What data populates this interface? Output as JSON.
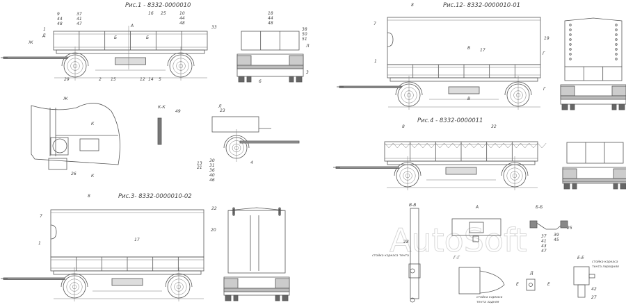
{
  "watermark": "AutoSoft",
  "fig1": {
    "title": "Рис.1 - 8332-0000010",
    "callouts": [
      "9",
      "44",
      "48",
      "37",
      "41",
      "47",
      "16",
      "25",
      "10",
      "44",
      "48",
      "33",
      "1",
      "Д",
      "Ж",
      "А",
      "Б",
      "Б",
      "29",
      "2",
      "15",
      "12",
      "14",
      "5",
      "18",
      "44",
      "48",
      "38",
      "50",
      "51",
      "Л",
      "3",
      "6"
    ]
  },
  "fig12": {
    "title": "Рис.12- 8332-0000010-01",
    "callouts": [
      "8",
      "7",
      "В",
      "17",
      "19",
      "Г",
      "1",
      "В",
      "Г"
    ]
  },
  "fig4": {
    "title": "Рис.4 - 8332-0000011",
    "callouts": [
      "8",
      "32"
    ]
  },
  "view_zh": {
    "title": "Ж",
    "callouts": [
      "К",
      "К",
      "26"
    ]
  },
  "section_kk": {
    "title": "К-К",
    "callouts": [
      "49"
    ]
  },
  "view_l": {
    "title": "Л",
    "callouts": [
      "23",
      "13",
      "21",
      "30",
      "31",
      "36",
      "40",
      "46",
      "4"
    ]
  },
  "fig3": {
    "title": "Рис.3- 8332-0000010-02",
    "callouts": [
      "8",
      "7",
      "1",
      "17",
      "20",
      "22"
    ]
  },
  "section_vv": {
    "title": "В-В",
    "callouts": [
      "28"
    ],
    "note": "стойка каркаса тента"
  },
  "view_a": {
    "title": "А"
  },
  "section_bb": {
    "title": "Б-Б",
    "callouts": [
      "25",
      "37",
      "41",
      "43",
      "47",
      "39",
      "45"
    ]
  },
  "section_gg": {
    "title": "Г-Г",
    "note_1": "стойка каркаса",
    "note_2": "тента задняя"
  },
  "view_d": {
    "title": "Д",
    "callouts": [
      "Е",
      "Е"
    ]
  },
  "section_ee": {
    "title": "Е-Е",
    "note_1": "стойка каркаса",
    "note_2": "тента передняя",
    "callouts": [
      "42",
      "27"
    ]
  }
}
